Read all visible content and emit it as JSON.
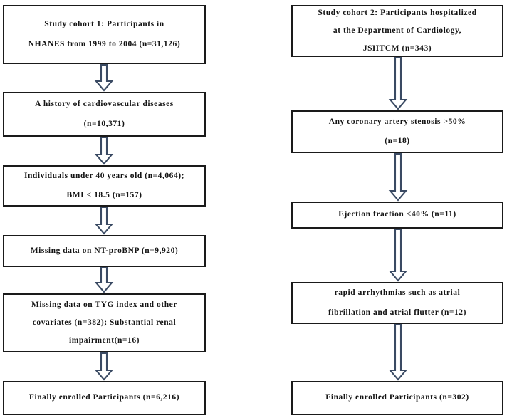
{
  "figure": {
    "type": "flowchart",
    "orientation": "two-column-vertical",
    "box_border_color": "#1a1a1a",
    "arrow_outline_color": "#3a4a63",
    "arrow_fill_color": "#ffffff",
    "background_color": "#ffffff"
  },
  "columns": [
    {
      "id": "cohort-1",
      "nodes": [
        {
          "id": "c1-n1",
          "name": "study-cohort-1-source",
          "lines": [
            "Study cohort 1: Participants in",
            "NHANES from 1999 to 2004 (n=31,126)"
          ]
        },
        {
          "id": "c1-n2",
          "name": "exclusion-cardiovascular-history",
          "lines": [
            "A history of cardiovascular diseases",
            "(n=10,371)"
          ]
        },
        {
          "id": "c1-n3",
          "name": "exclusion-age-and-bmi",
          "lines": [
            "Individuals under 40 years old (n=4,064);",
            "BMI < 18.5 (n=157)"
          ]
        },
        {
          "id": "c1-n4",
          "name": "exclusion-missing-ntprobnp",
          "lines": [
            "Missing data on NT-proBNP (n=9,920)"
          ]
        },
        {
          "id": "c1-n5",
          "name": "exclusion-missing-tyg-and-renal",
          "lines": [
            "Missing data on TYG index and other",
            "covariates (n=382); Substantial renal",
            "impairment(n=16)"
          ]
        },
        {
          "id": "c1-n6",
          "name": "final-enrolled-cohort-1",
          "lines": [
            "Finally enrolled Participants (n=6,216)"
          ]
        }
      ]
    },
    {
      "id": "cohort-2",
      "nodes": [
        {
          "id": "c2-n1",
          "name": "study-cohort-2-source",
          "lines": [
            "Study cohort 2: Participants hospitalized",
            "at the Department of Cardiology,",
            "JSHTCM (n=343)"
          ]
        },
        {
          "id": "c2-n2",
          "name": "exclusion-coronary-stenosis",
          "lines": [
            "Any coronary artery stenosis >50%",
            "(n=18)"
          ]
        },
        {
          "id": "c2-n3",
          "name": "exclusion-ejection-fraction",
          "lines": [
            "Ejection fraction <40% (n=11)"
          ]
        },
        {
          "id": "c2-n4",
          "name": "exclusion-rapid-arrhythmias",
          "lines": [
            "rapid arrhythmias such as atrial",
            "fibrillation and atrial flutter (n=12)"
          ]
        },
        {
          "id": "c2-n5",
          "name": "final-enrolled-cohort-2",
          "lines": [
            "Finally enrolled Participants (n=302)"
          ]
        }
      ]
    }
  ]
}
